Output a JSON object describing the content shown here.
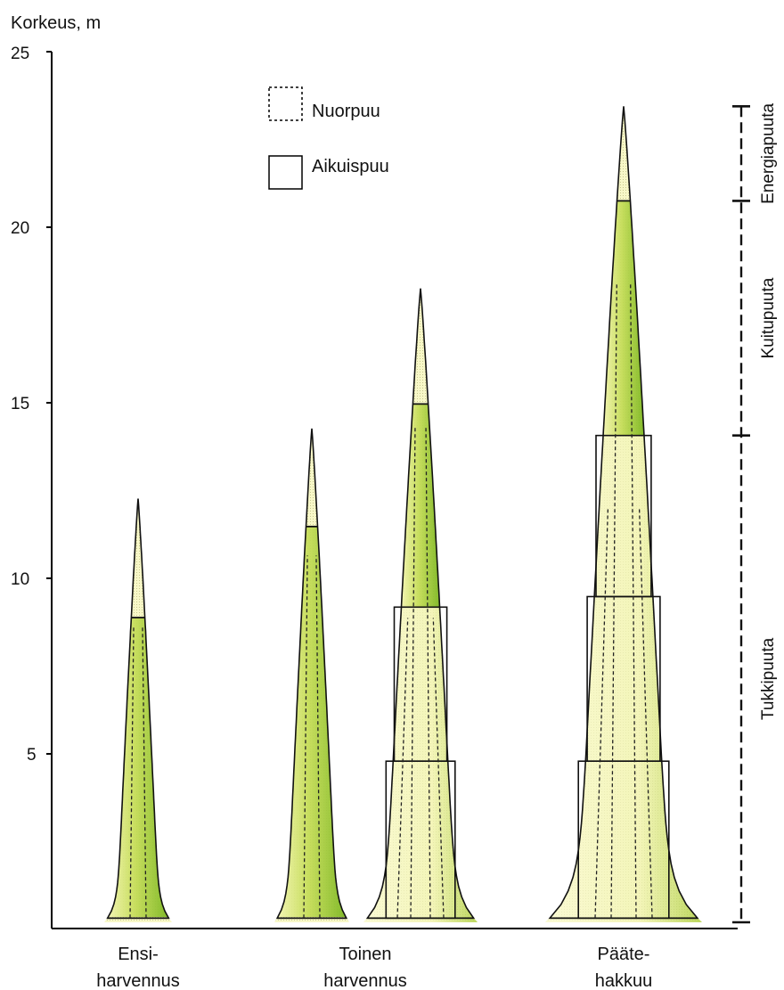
{
  "chart_data": {
    "type": "diagram",
    "ylabel": "Korkeus, m",
    "ylim": [
      0,
      25
    ],
    "y_ticks": [
      "25",
      "20",
      "15",
      "10",
      "5"
    ],
    "legend": [
      {
        "label": "Nuorpuu",
        "style": "dashed"
      },
      {
        "label": "Aikuispuu",
        "style": "solid"
      }
    ],
    "categories": [
      {
        "line1": "Ensi-",
        "line2": "harvennus"
      },
      {
        "line1": "Toinen",
        "line2": "harvennus"
      },
      {
        "line1": "Pääte-",
        "line2": "hakkuu"
      }
    ],
    "trees": [
      {
        "height": 12.1,
        "crown_base": 8.7,
        "log_sections": []
      },
      {
        "height": 14.1,
        "crown_base": 11.3,
        "log_sections": []
      },
      {
        "height": 18.1,
        "crown_base": 14.8,
        "log_sections": [
          4.6,
          9.0
        ]
      },
      {
        "height": 23.3,
        "crown_base": 20.6,
        "log_sections": [
          4.6,
          9.3,
          13.9
        ]
      }
    ],
    "assortments": [
      {
        "label": "Energiapuuta",
        "from": 20.6,
        "to": 23.3
      },
      {
        "label": "Kuitupuuta",
        "from": 13.9,
        "to": 20.6
      },
      {
        "label": "Tukkipuuta",
        "from": 0,
        "to": 13.9
      }
    ]
  }
}
